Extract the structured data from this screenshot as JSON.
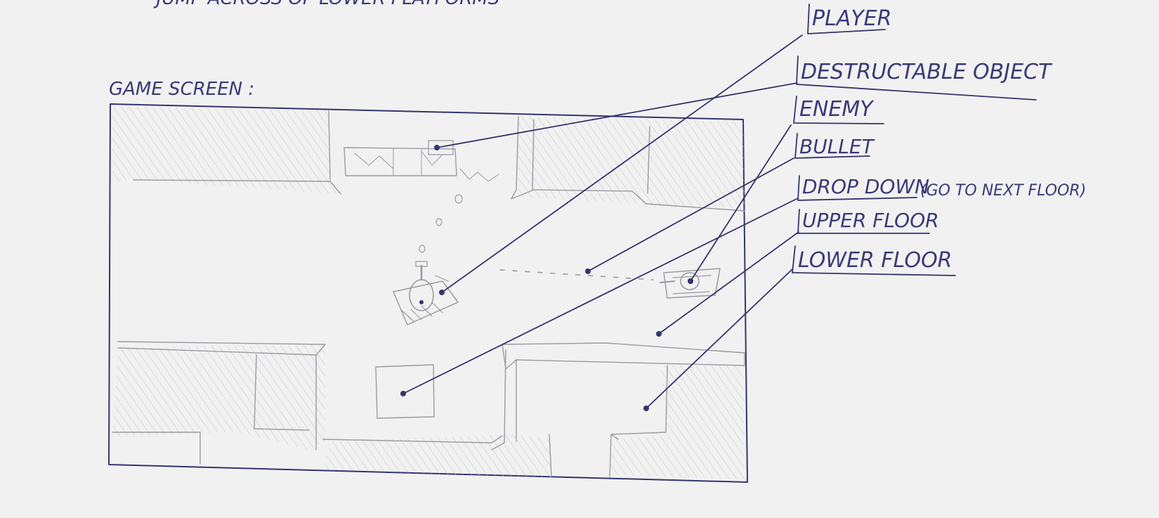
{
  "top_note": "- JUMP ACROSS OF LOWER PLATFORMS",
  "game_screen_title": "GAME SCREEN :",
  "labels": {
    "player": "PLAYER",
    "destructable_object": "DESTRUCTABLE OBJECT",
    "enemy": "ENEMY",
    "bullet": "BULLET",
    "drop_down": "DROP DOWN",
    "drop_down_note": "(GO TO NEXT FLOOR)",
    "upper_floor": "UPPER FLOOR",
    "lower_floor": "LOWER FLOOR"
  },
  "colors": {
    "ink": "#34346f",
    "pencil": "#9a9aa2",
    "paper": "#f1f1f1"
  }
}
